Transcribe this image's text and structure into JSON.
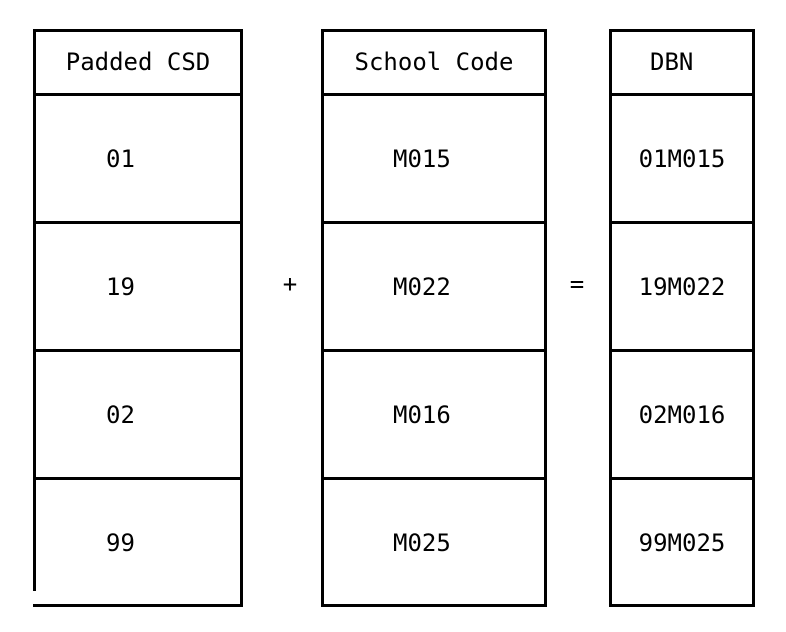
{
  "columns": [
    {
      "header": "Padded CSD",
      "values": [
        "01",
        "19",
        "02",
        "99"
      ]
    },
    {
      "header": "School Code",
      "values": [
        "M015",
        "M022",
        "M016",
        "M025"
      ]
    },
    {
      "header": "DBN",
      "values": [
        "01M015",
        "19M022",
        "02M016",
        "99M025"
      ]
    }
  ],
  "operators": {
    "plus": "+",
    "equals": "="
  }
}
